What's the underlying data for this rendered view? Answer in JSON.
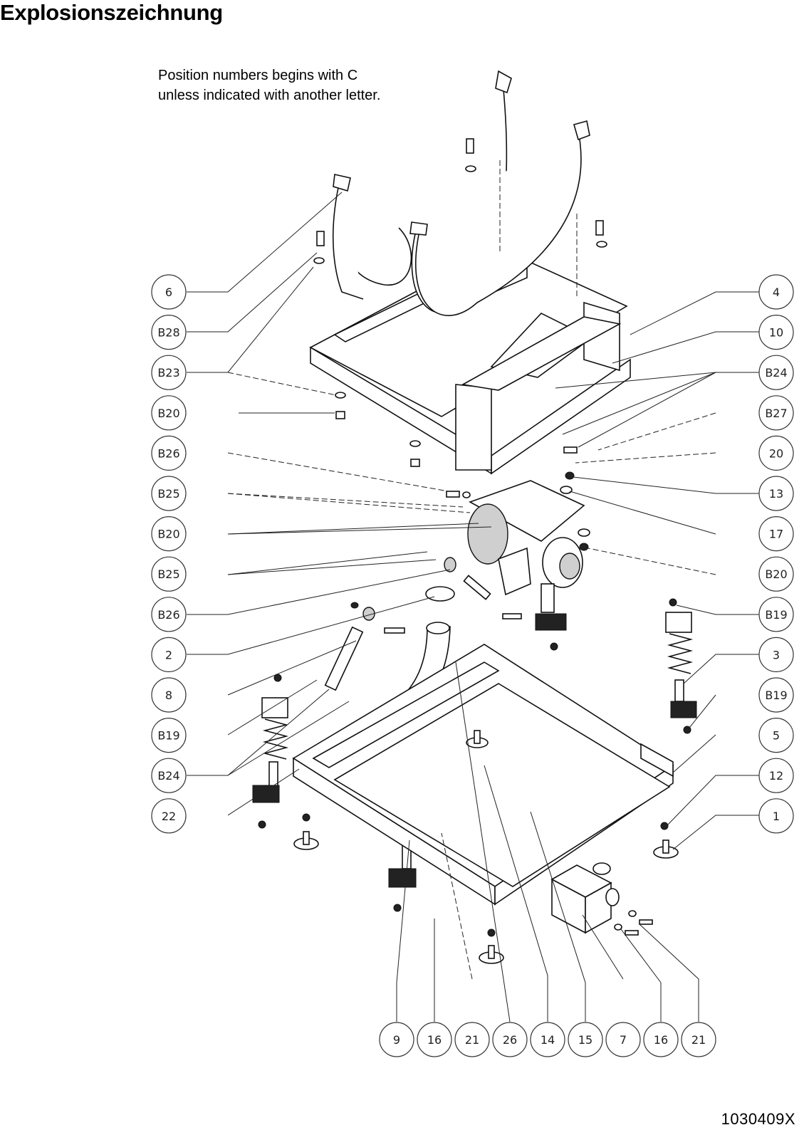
{
  "title": "Explosionszeichnung",
  "note_lines": [
    "Position numbers begins with C",
    "unless indicated with another letter."
  ],
  "doc_number": "1030409X",
  "callouts": {
    "left": [
      "6",
      "B28",
      "B23",
      "B20",
      "B26",
      "B25",
      "B20",
      "B25",
      "B26",
      "2",
      "8",
      "B19",
      "B24",
      "22"
    ],
    "right": [
      "4",
      "10",
      "B24",
      "B27",
      "20",
      "13",
      "17",
      "B20",
      "B19",
      "3",
      "B19",
      "5",
      "12",
      "1"
    ],
    "bottom": [
      "9",
      "16",
      "21",
      "26",
      "14",
      "15",
      "7",
      "16",
      "21"
    ]
  }
}
